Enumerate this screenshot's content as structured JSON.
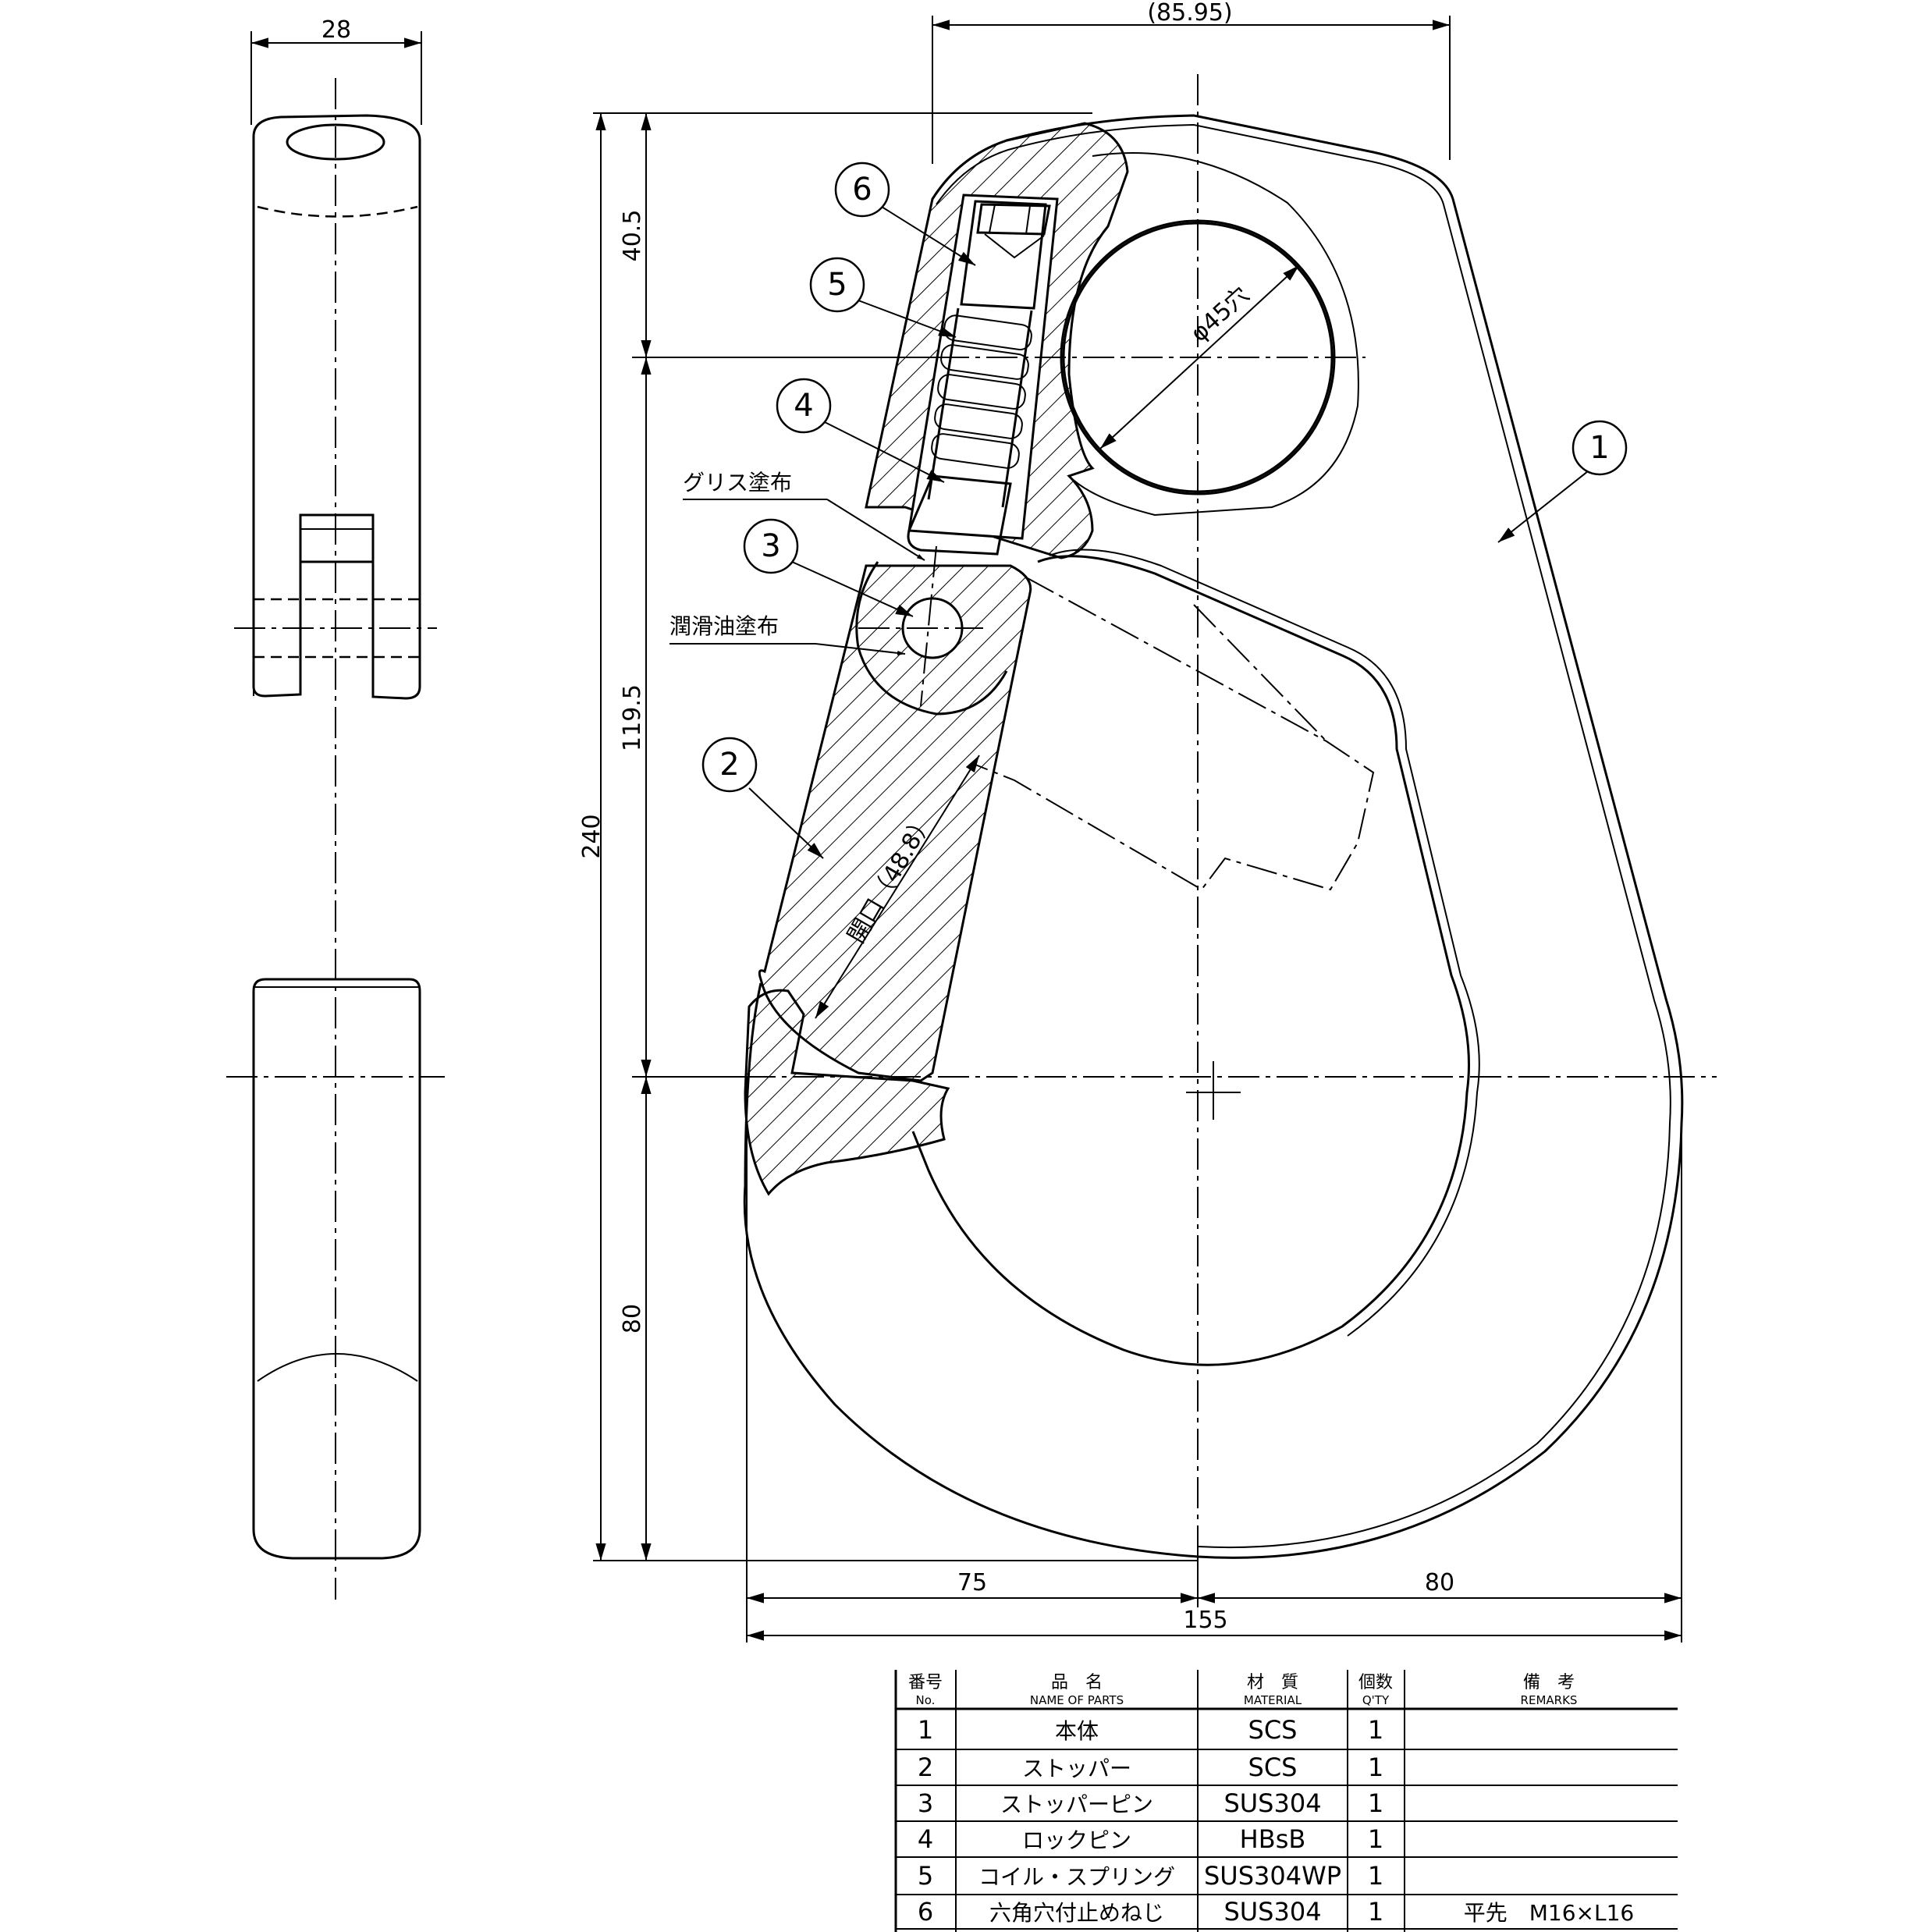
{
  "dimensions": {
    "side_width": "28",
    "overall_top": "(85.95)",
    "v_top": "40.5",
    "v_mid": "119.5",
    "v_bottom": "80",
    "v_total": "240",
    "h_left": "75",
    "h_right": "80",
    "h_total": "155",
    "hole_dia": "φ45穴",
    "gate_opening": "開口（48.8）"
  },
  "notes": {
    "grease": "グリス塗布",
    "lube_oil": "潤滑油塗布"
  },
  "balloons": [
    "1",
    "2",
    "3",
    "4",
    "5",
    "6"
  ],
  "parts_table": {
    "headers": {
      "no_jp": "番号",
      "no_en": "No.",
      "name_jp": "品　名",
      "name_en": "NAME OF PARTS",
      "material_jp": "材　質",
      "material_en": "MATERIAL",
      "qty_jp": "個数",
      "qty_en": "Q'TY",
      "remarks_jp": "備　考",
      "remarks_en": "REMARKS"
    },
    "rows": [
      {
        "no": "1",
        "name": "本体",
        "material": "SCS",
        "qty": "1",
        "remarks": ""
      },
      {
        "no": "2",
        "name": "ストッパー",
        "material": "SCS",
        "qty": "1",
        "remarks": ""
      },
      {
        "no": "3",
        "name": "ストッパーピン",
        "material": "SUS304",
        "qty": "1",
        "remarks": ""
      },
      {
        "no": "4",
        "name": "ロックピン",
        "material": "HBsB",
        "qty": "1",
        "remarks": ""
      },
      {
        "no": "5",
        "name": "コイル・スプリング",
        "material": "SUS304WP",
        "qty": "1",
        "remarks": ""
      },
      {
        "no": "6",
        "name": "六角穴付止めねじ",
        "material": "SUS304",
        "qty": "1",
        "remarks": "平先　M16×L16"
      }
    ]
  }
}
